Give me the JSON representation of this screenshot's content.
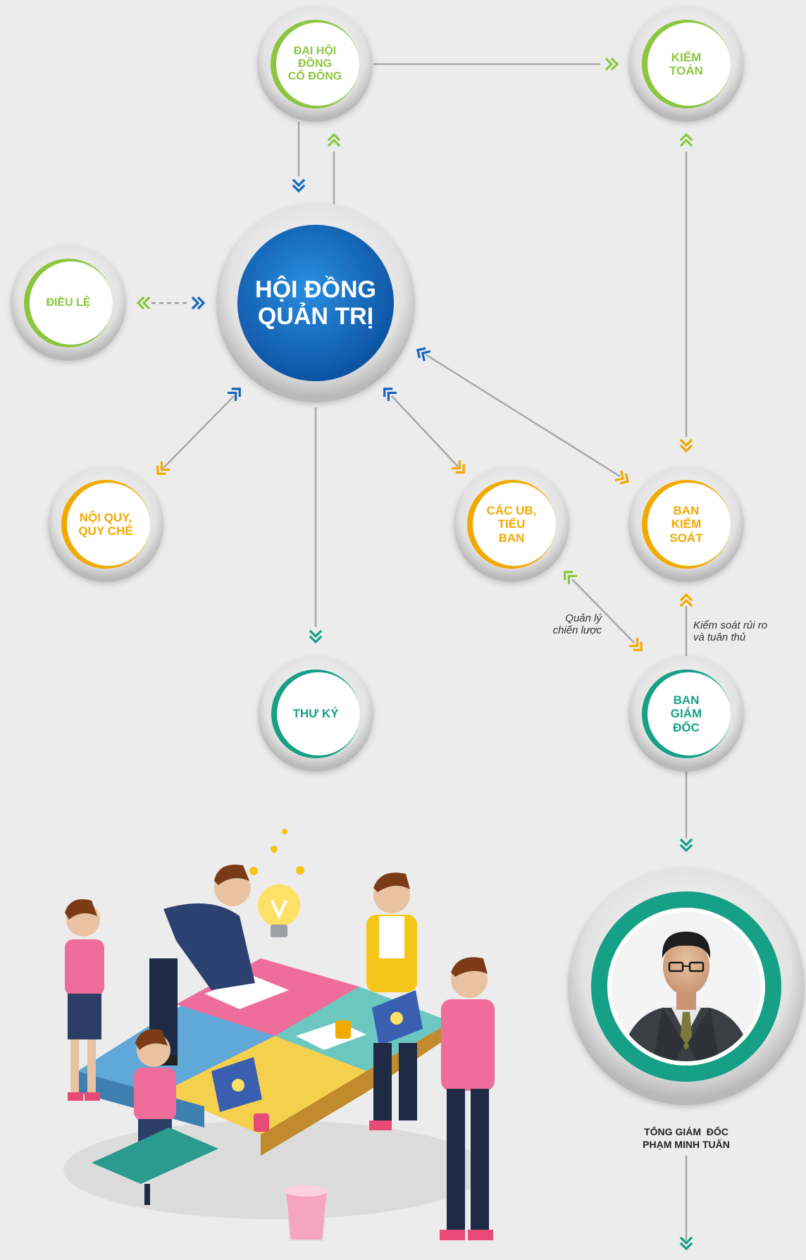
{
  "nodes": {
    "dhdcd": {
      "lines": [
        "ĐẠI HỘI",
        "ĐỒNG",
        "CỔ ĐÔNG"
      ],
      "color": "#8cc63f"
    },
    "kiem_toan": {
      "lines": [
        "KIỂM",
        "TOÁN"
      ],
      "color": "#8cc63f"
    },
    "dieu_le": {
      "lines": [
        "ĐIỀU LỆ"
      ],
      "color": "#8cc63f"
    },
    "hdqt": {
      "lines": [
        "HỘI ĐỒNG",
        "QUẢN TRỊ"
      ],
      "color": "#1565c0"
    },
    "noi_quy": {
      "lines": [
        "NỘI QUY,",
        "QUY CHẾ"
      ],
      "color": "#f2a900"
    },
    "cac_ub": {
      "lines": [
        "CÁC UB,",
        "TIỂU",
        "BAN"
      ],
      "color": "#f2a900"
    },
    "bks": {
      "lines": [
        "BAN",
        "KIỂM",
        "SOÁT"
      ],
      "color": "#f2a900"
    },
    "thu_ky": {
      "lines": [
        "THƯ KÝ"
      ],
      "color": "#16a085"
    },
    "bgd": {
      "lines": [
        "BAN",
        "GIÁM",
        "ĐỐC"
      ],
      "color": "#16a085"
    },
    "tgd": {
      "color": "#16a085"
    }
  },
  "notes": {
    "quan_ly": [
      "Quản lý",
      "chiến lược"
    ],
    "kiem_soat": [
      "Kiểm soát rủi ro",
      "và tuân thủ"
    ]
  },
  "ceo": {
    "title": "TỔNG GIÁM  ĐỐC",
    "name": "PHẠM MINH TUẤN"
  },
  "colors": {
    "blue_arrow": "#1565c0",
    "green_arrow": "#8cc63f",
    "orange_arrow": "#f2a900",
    "teal_arrow": "#16a085",
    "line": "#a8a8a8"
  }
}
